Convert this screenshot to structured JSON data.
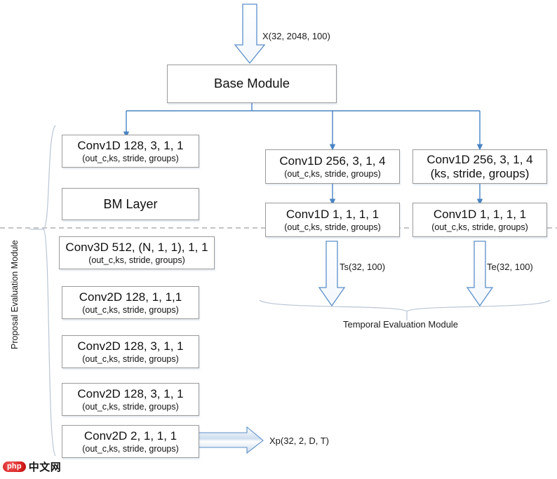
{
  "diagram": {
    "title": "BMN network architecture diagram",
    "accent_color": "#4a84c4",
    "box_border_color": "#9a9a9a",
    "background": "#ffffff",
    "param_caption": "(out_c,ks, stride, groups)",
    "input_arrow_label": "X(32, 2048, 100)",
    "base_module": {
      "label": "Base Module"
    },
    "branches": {
      "proposal": {
        "bracket_label": "Proposal Evaluation Module",
        "nodes": [
          {
            "name": "conv1d-128",
            "line1": "Conv1D 128, 3, 1, 1",
            "line2": "(out_c,ks, stride, groups)"
          },
          {
            "name": "bm-layer",
            "line1": "BM Layer",
            "line2": ""
          },
          {
            "name": "conv3d-512",
            "line1": "Conv3D 512, (N, 1, 1), 1, 1",
            "line2": "(out_c,ks, stride, groups)"
          },
          {
            "name": "conv2d-128-a",
            "line1": "Conv2D 128, 1, 1,1",
            "line2": "(out_c,ks, stride, groups)"
          },
          {
            "name": "conv2d-128-b",
            "line1": "Conv2D 128, 3, 1, 1",
            "line2": "(out_c,ks, stride, groups)"
          },
          {
            "name": "conv2d-128-c",
            "line1": "Conv2D 128, 3, 1, 1",
            "line2": "(out_c,ks, stride, groups)"
          },
          {
            "name": "conv2d-2",
            "line1": "Conv2D 2, 1, 1, 1",
            "line2": "(out_c,ks, stride, groups)"
          }
        ],
        "output_arrow_label": "Xp(32, 2, D, T)"
      },
      "temporal": {
        "bracket_label": "Temporal Evaluation Module",
        "start_branch": {
          "nodes": [
            {
              "name": "conv1d-256-start",
              "line1": "Conv1D 256, 3, 1, 4",
              "line2": "(out_c,ks, stride, groups)"
            },
            {
              "name": "conv1d-1-start",
              "line1": "Conv1D 1, 1, 1, 1",
              "line2": "(out_c,ks, stride, groups)"
            }
          ],
          "output_arrow_label": "Ts(32, 100)"
        },
        "end_branch": {
          "nodes": [
            {
              "name": "conv1d-256-end",
              "line1": "Conv1D 256, 3, 1, 4",
              "line2": "(ks, stride, groups)"
            },
            {
              "name": "conv1d-1-end",
              "line1": "Conv1D 1, 1, 1, 1",
              "line2": "(out_c,ks, stride, groups)"
            }
          ],
          "output_arrow_label": "Te(32, 100)"
        }
      }
    },
    "watermark": {
      "badge": "php",
      "text": "中文网"
    }
  }
}
